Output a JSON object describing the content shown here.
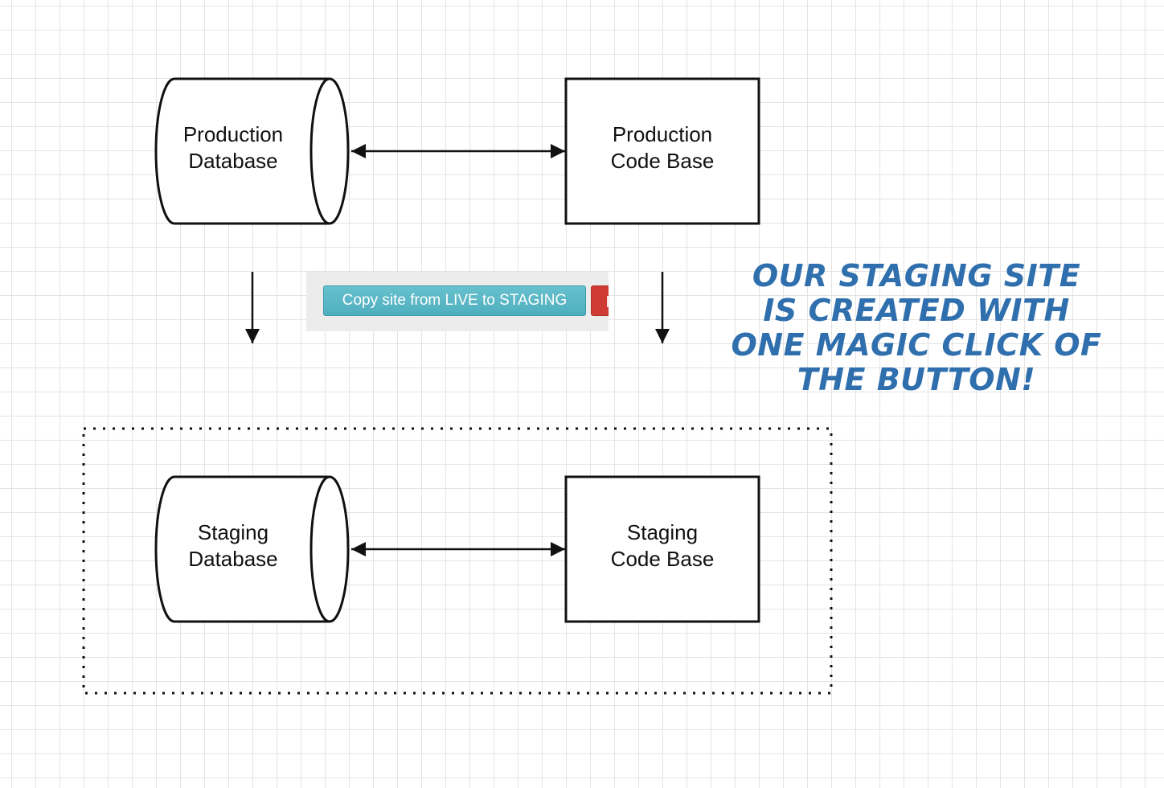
{
  "nodes": {
    "production_db": [
      "Production",
      "Database"
    ],
    "production_code": [
      "Production",
      "Code Base"
    ],
    "staging_db": [
      "Staging",
      "Database"
    ],
    "staging_code": [
      "Staging",
      "Code Base"
    ]
  },
  "toolbar": {
    "copy_button_label": "Copy site from LIVE to STAGING"
  },
  "annotation": {
    "lines": [
      "OUR STAGING SITE",
      "IS CREATED WITH",
      "ONE MAGIC CLICK OF",
      "THE BUTTON!"
    ]
  },
  "colors": {
    "annotation": "#2f6fad",
    "copy_button": "#5bb7c6",
    "danger_button": "#cf3b32",
    "stroke": "#111111"
  },
  "icons": {
    "arrowhead": "triangle-arrow"
  }
}
